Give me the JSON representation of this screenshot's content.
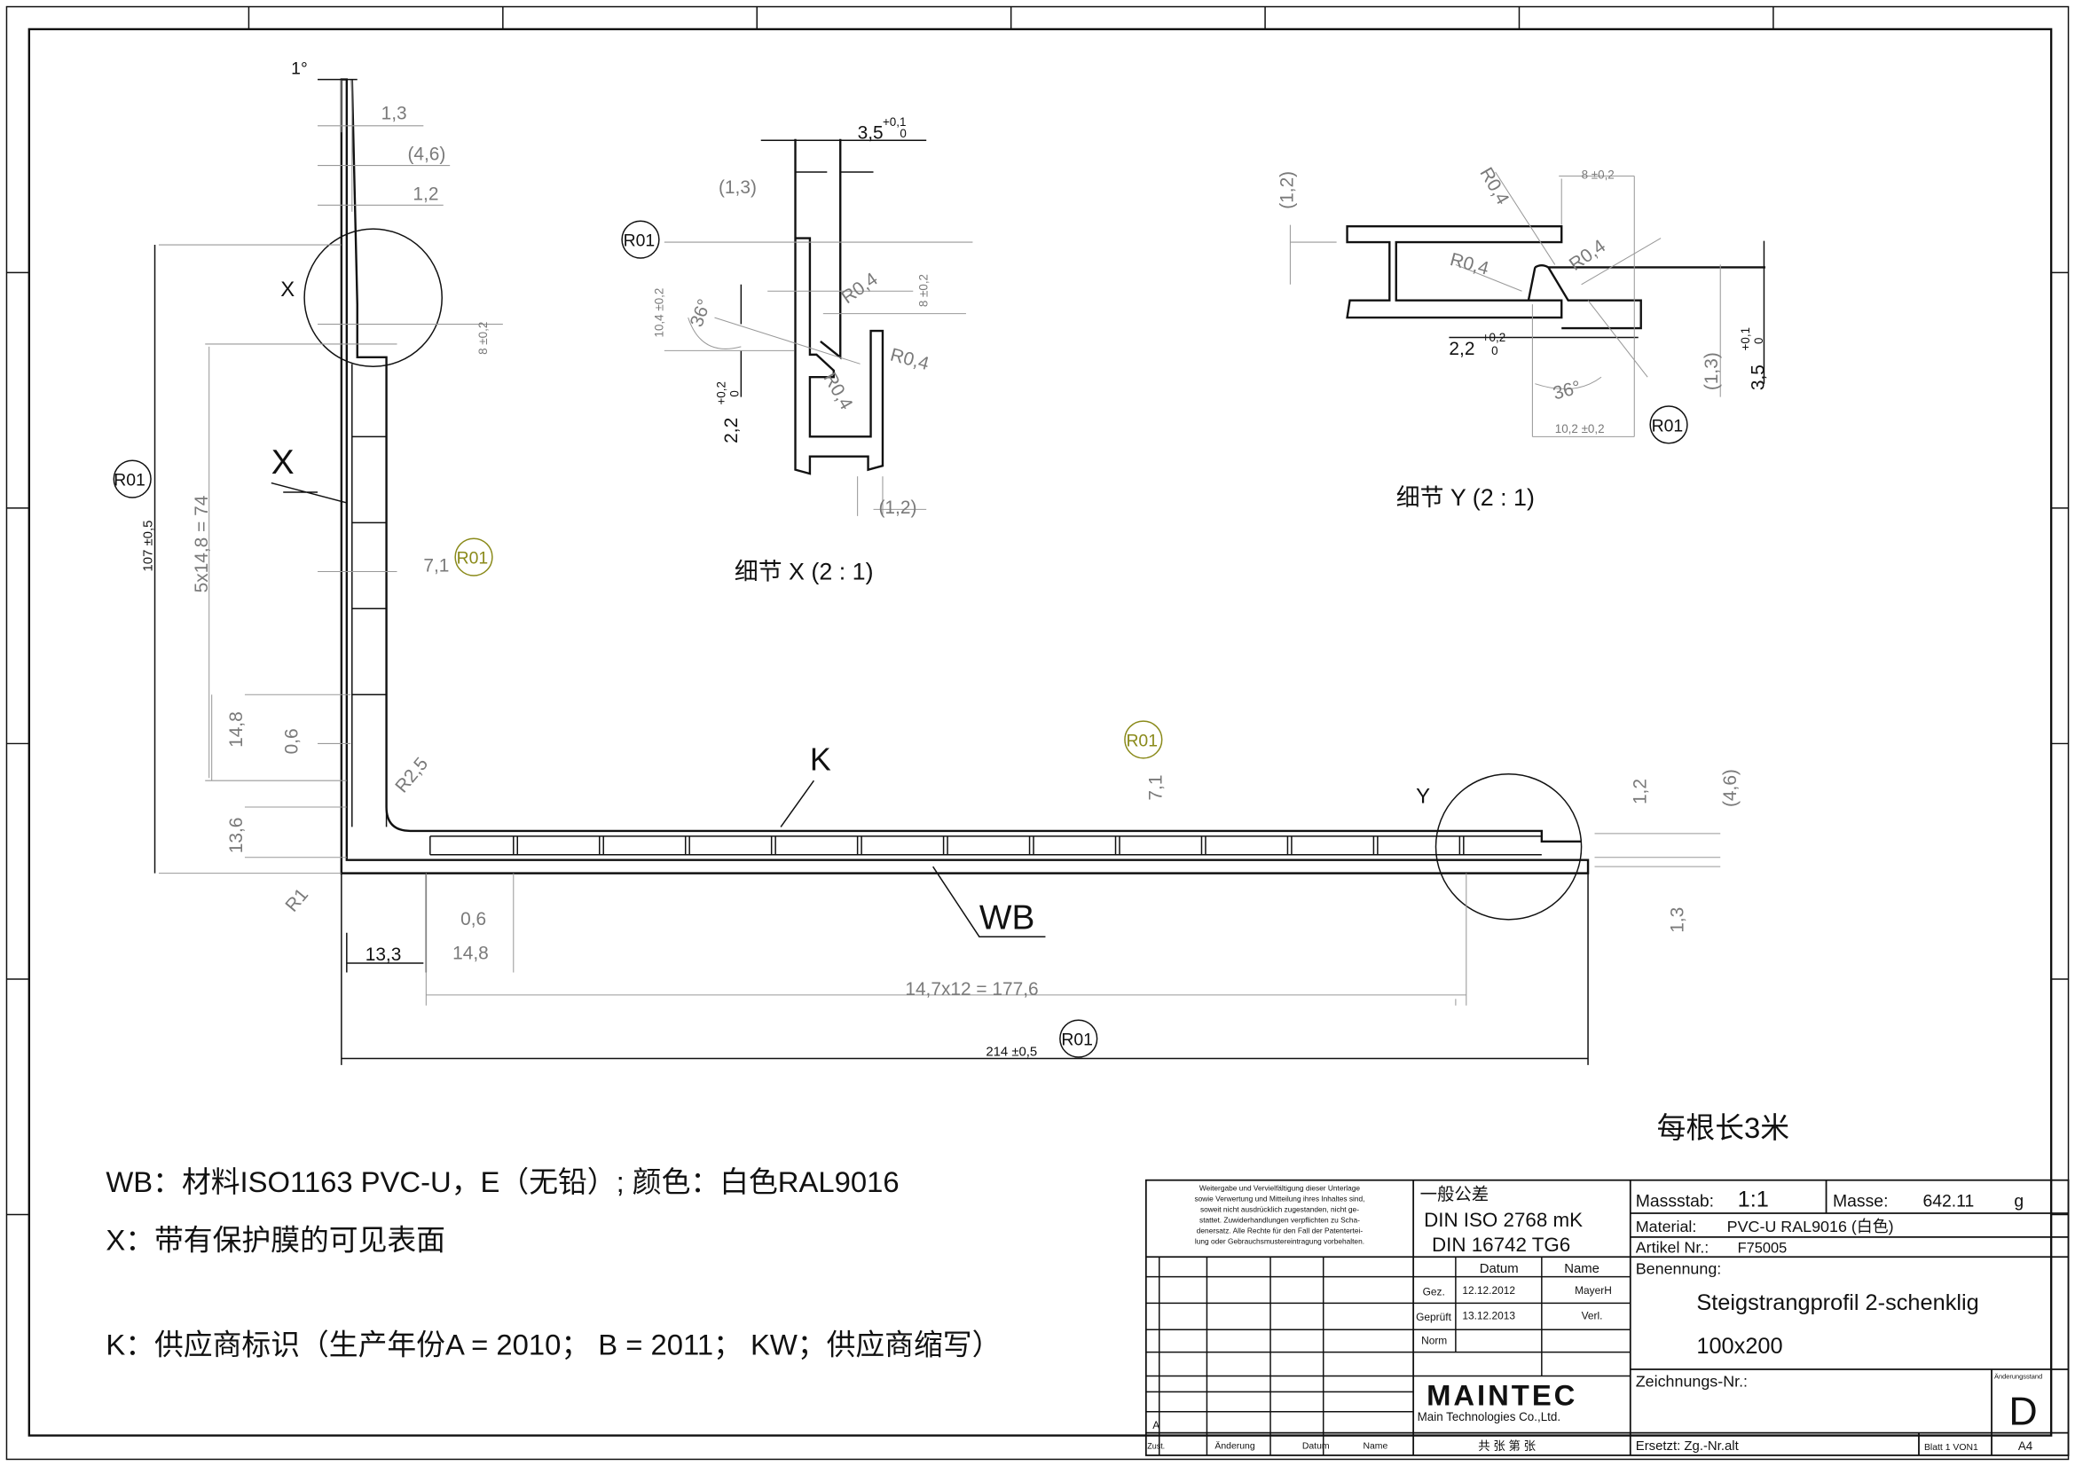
{
  "main_view": {
    "angle_1deg": "1°",
    "dim_1_3_top": "1,3",
    "dim_4_6_top": "(4,6)",
    "dim_1_2_top": "1,2",
    "dim_8_pm": "8 ±0,2",
    "label_x_circle": "X",
    "label_x_arrow": "X",
    "rev_r01_left": "R01",
    "dim_107": "107 ±0,5",
    "dim_5x148": "5x14,8 = 74",
    "dim_7_1_left": "7,1",
    "rev_r01_olive_1": "R01",
    "dim_14_8_v": "14,8",
    "dim_0_6_v": "0,6",
    "dim_13_6": "13,6",
    "dim_r2_5": "R2,5",
    "dim_r1": "R1",
    "label_k": "K",
    "rev_r01_olive_2": "R01",
    "dim_7_1_right": "7,1",
    "label_y_circle": "Y",
    "dim_1_2_right": "1,2",
    "dim_4_6_right": "(4,6)",
    "dim_1_3_right": "1,3",
    "label_wb": "WB",
    "dim_13_3": "13,3",
    "dim_0_6_h": "0,6",
    "dim_14_8_h": "14,8",
    "dim_14_7x12": "14,7x12 = 177,6",
    "dim_214": "214 ±0,5",
    "rev_r01_bottom": "R01"
  },
  "detail_x": {
    "title": "细节 X (2 : 1)",
    "dim_3_5": "3,5",
    "tol_3_5_upper": "+0,1",
    "tol_3_5_lower": "0",
    "dim_1_3": "(1,3)",
    "rev_r01": "R01",
    "dim_10_4": "10,4 ±0,2",
    "dim_36": "36°",
    "dim_r0_4_a": "R0,4",
    "dim_r0_4_b": "R0,4",
    "dim_r0_4_c": "R0,4",
    "dim_8": "8 ±0,2",
    "dim_2_2": "2,2",
    "tol_2_2_upper": "+0,2",
    "tol_2_2_lower": "0",
    "dim_1_2": "(1,2)"
  },
  "detail_y": {
    "title": "细节 Y (2 : 1)",
    "dim_1_2": "(1,2)",
    "dim_r0_4_a": "R0,4",
    "dim_r0_4_b": "R0,4",
    "dim_r0_4_c": "R0,4",
    "dim_8": "8 ±0,2",
    "dim_2_2": "2,2",
    "tol_2_2_upper": "+0,2",
    "tol_2_2_lower": "0",
    "dim_36": "36°",
    "dim_10_2": "10,2 ±0,2",
    "rev_r01": "R01",
    "dim_1_3": "(1,3)",
    "dim_3_5": "3,5",
    "tol_3_5_upper": "+0,1",
    "tol_3_5_lower": "0"
  },
  "notes": {
    "length": "每根长3米",
    "wb": "WB：材料ISO1163 PVC-U，E（无铅）; 颜色：白色RAL9016",
    "x": "X：带有保护膜的可见表面",
    "k": "K：供应商标识（生产年份A = 2010；  B = 2011；  KW；供应商缩写）"
  },
  "title_block": {
    "copyright": [
      "Weitergabe und Vervielfältigung dieser Unterlage",
      "sowie Verwertung und Mitteilung ihres Inhaltes sind,",
      "soweit nicht ausdrücklich zugestanden, nicht ge-",
      "stattet. Zuwiderhandlungen verpflichten zu Scha-",
      "denersatz. Alle Rechte für den Fall der Patentertei-",
      "lung oder Gebrauchsmustereintragung vorbehalten."
    ],
    "tolerance_title": "一般公差",
    "tolerance_1": "DIN ISO 2768 mK",
    "tolerance_2": "DIN 16742 TG6",
    "massstab_label": "Massstab:",
    "massstab_value": "1:1",
    "masse_label": "Masse:",
    "masse_value": "642.11",
    "masse_unit": "g",
    "material_label": "Material:",
    "material_value": "PVC-U   RAL9016 (白色)",
    "artikel_label": "Artikel Nr.:",
    "artikel_value": "F75005",
    "datum_header": "Datum",
    "name_header": "Name",
    "gez_label": "Gez.",
    "gez_date": "12.12.2012",
    "gez_name": "MayerH",
    "gepruft_label": "Geprüft",
    "gepruft_date": "13.12.2013",
    "gepruft_name": "Verl.",
    "norm_label": "Norm",
    "benennung_label": "Benennung:",
    "benennung_1": "Steigstrangprofil 2-schenklig",
    "benennung_2": "100x200",
    "logo": "MAINTEC",
    "company": "Main Technologies Co.,Ltd.",
    "zeichnungs_label": "Zeichnungs-Nr.:",
    "aenderungsstand_label": "Änderungsstand",
    "revision": "D",
    "rev_a": "A",
    "zust": "Zust.",
    "aenderung": "Änderung",
    "datum": "Datum",
    "name": "Name",
    "sheets_cn": "共  张  第  张",
    "ersetzt": "Ersetzt: Zg.-Nr.alt",
    "blatt": "Blatt 1 VON1",
    "format": "A4"
  },
  "colors": {
    "line": "#111111",
    "dimension": "#7a7a7a",
    "revision_olive": "#8a8a1a"
  }
}
